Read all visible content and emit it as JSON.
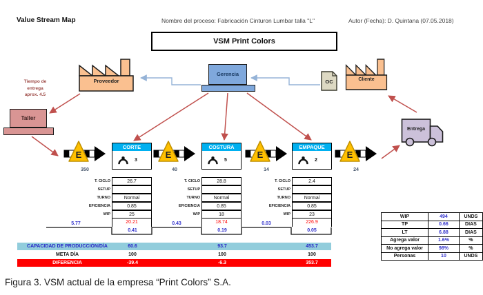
{
  "header": {
    "doc_label": "Value Stream Map",
    "process_label": "Nombre del proceso: Fabricación Cinturon Lumbar talla \"L\"",
    "author_label": "Autor (Fecha):  D. Quintana (07.05.2018)",
    "title": "VSM Print Colors"
  },
  "entities": {
    "proveedor": "Proveedor",
    "gerencia": "Gerencia",
    "oc": "OC",
    "cliente": "Cliente",
    "taller": "Taller",
    "entrega": "Entrega",
    "tiempo_entrega_line1": "Tiempo de",
    "tiempo_entrega_line2": "entrega",
    "tiempo_entrega_line3": "aprox. 4.5"
  },
  "processes": {
    "row_labels": [
      "T. CICLO",
      "SETUP",
      "TURNO",
      "EFICIENCIA",
      "WIP"
    ],
    "items": [
      {
        "name": "CORTE",
        "operators": "3",
        "t_ciclo": "26.7",
        "setup": "",
        "turno": "Normal",
        "eficiencia": "0.85",
        "wip": "25",
        "capacidad": "20.21"
      },
      {
        "name": "COSTURA",
        "operators": "5",
        "t_ciclo": "28.8",
        "setup": "",
        "turno": "Normal",
        "eficiencia": "0.85",
        "wip": "18",
        "capacidad": "18.74"
      },
      {
        "name": "EMPAQUE",
        "operators": "2",
        "t_ciclo": "2.4",
        "setup": "",
        "turno": "Normal",
        "eficiencia": "0.85",
        "wip": "23",
        "capacidad": "226.9"
      }
    ]
  },
  "inventory": {
    "symbol": "E",
    "counts": [
      "350",
      "40",
      "14",
      "24"
    ]
  },
  "timeline": {
    "waits": [
      "5.77",
      "0.43",
      "0.03"
    ],
    "process_times": [
      "0.41",
      "0.19",
      "0.05"
    ]
  },
  "bottom_rows": {
    "capacidad_label": "CAPACIDAD DE PRODUCCIÓN/DÍA",
    "capacidad_values": [
      "60.6",
      "93.7",
      "453.7"
    ],
    "meta_label": "META DÍA",
    "meta_values": [
      "100",
      "100",
      "100"
    ],
    "diferencia_label": "DIFERENCIA",
    "diferencia_values": [
      "-39.4",
      "-6.3",
      "353.7"
    ]
  },
  "summary_table": {
    "rows": [
      {
        "label": "WIP",
        "value": "494",
        "unit": "UNDS"
      },
      {
        "label": "TP",
        "value": "0.66",
        "unit": "DIAS"
      },
      {
        "label": "LT",
        "value": "6.88",
        "unit": "DIAS"
      },
      {
        "label": "Agrega valor",
        "value": "1.6%",
        "unit": "%"
      },
      {
        "label": "No agrega valor",
        "value": "98%",
        "unit": "%"
      },
      {
        "label": "Personas",
        "value": "10",
        "unit": "UNDS"
      }
    ]
  },
  "caption": "Figura 3. VSM actual de la empresa “Print Colors” S.A.",
  "colors": {
    "process_header": "#00B0F0",
    "capacity_row_bg": "#92CDDC",
    "diferencia_row_bg": "#FF0000",
    "factory_fill": "#FAC090",
    "gerencia_fill": "#7FA8DC",
    "taller_fill": "#D99594",
    "truck_fill": "#CCC1DA",
    "oc_fill": "#DDD9C3",
    "inventory_triangle": "#FFC000",
    "red_arrow": "#C0504D",
    "blue_connector": "#95B3D7",
    "value_blue": "#3333CC",
    "value_red": "#FF0000"
  }
}
